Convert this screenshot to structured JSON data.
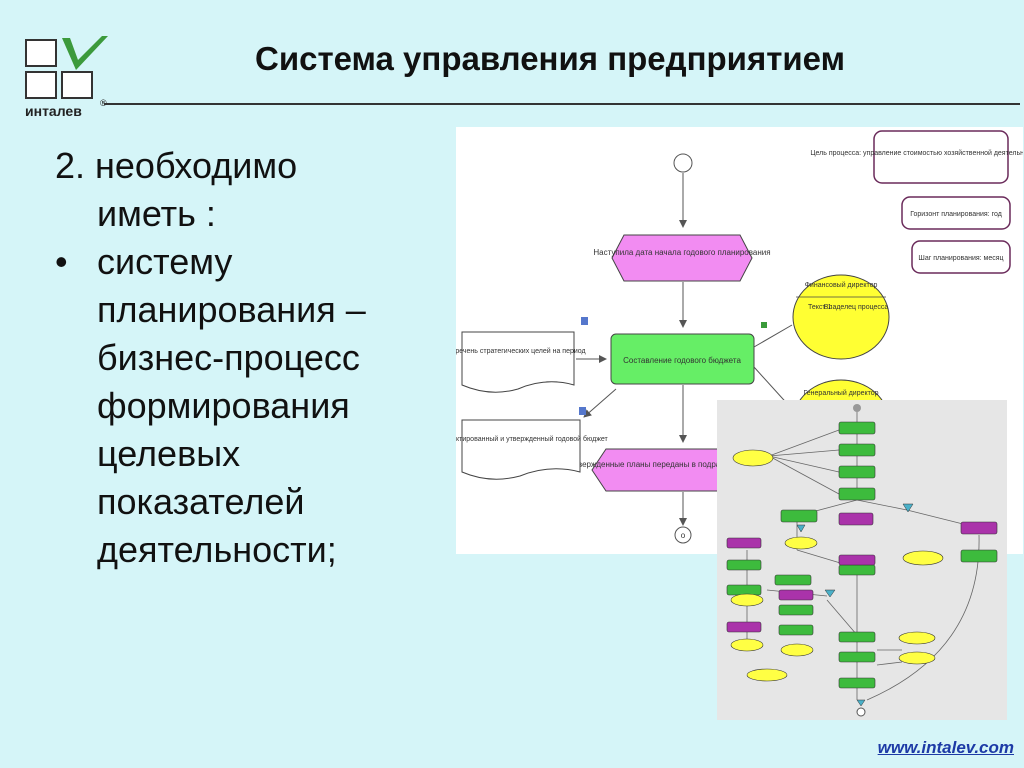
{
  "logo": {
    "text": "инталев",
    "registered": "®"
  },
  "slide_title": "Система управления предприятием",
  "body": {
    "line1": "2. необходимо",
    "line2": "иметь :",
    "bullet": "•",
    "bullet_lines": [
      "систему",
      "планирования –",
      "бизнес-процесс",
      "формирования",
      "целевых",
      "показателей",
      "деятельности;"
    ]
  },
  "diagram": {
    "nodes": {
      "start_plan": "Наступила дата начала годового планирования",
      "compose_budget": "Составление годового бюджета",
      "approved_plans": "Утвержденные планы переданы в подразделения",
      "doc_list": "Перечень стратегических целей на период",
      "doc_corrected": "Скорректированный и утвержденный годовой бюджет",
      "goal": "Цель процесса: управление стоимостью хозяйственной деятельности компании",
      "horizon": "Горизонт планирования: год",
      "step": "Шаг планирования: месяц",
      "fin_director": "Финансовый директор",
      "fin_text": "Текст 1",
      "fin_owner": "Владелец процесса",
      "gen_director": "Генеральный директор",
      "end": "o"
    }
  },
  "footer": {
    "url": "www.intalev.com"
  },
  "colors": {
    "background": "#d5f5f8",
    "magenta": "#f28cf2",
    "green": "#66ee66",
    "yellow": "#ffff33",
    "link": "#1d3aa6"
  }
}
